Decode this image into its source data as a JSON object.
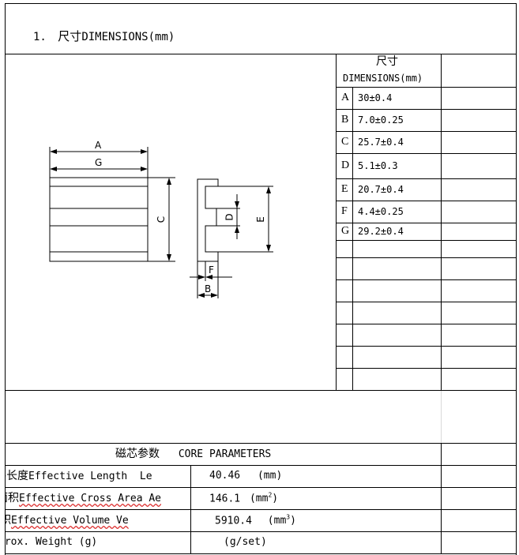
{
  "section": {
    "number": "1.",
    "title_cn": "尺寸",
    "title_en": "DIMENSIONS(mm)"
  },
  "drawing": {
    "labels": {
      "A": "A",
      "G": "G",
      "C": "C",
      "D": "D",
      "E": "E",
      "F": "F",
      "B": "B"
    }
  },
  "dimensions_table": {
    "header_cn": "尺寸",
    "header_en": "DIMENSIONS(mm)",
    "rows": [
      {
        "letter": "A",
        "value": "30±0.4"
      },
      {
        "letter": "B",
        "value": "7.0±0.25"
      },
      {
        "letter": "C",
        "value": "25.7±0.4"
      },
      {
        "letter": "D",
        "value": "5.1±0.3"
      },
      {
        "letter": "E",
        "value": "20.7±0.4"
      },
      {
        "letter": "F",
        "value": "4.4±0.25"
      },
      {
        "letter": "G",
        "value": "29.2±0.4"
      }
    ]
  },
  "core_parameters": {
    "title_cn": "磁芯参数",
    "title_en": "CORE PARAMETERS",
    "rows": [
      {
        "label_cn": "路长度",
        "label_en": "Effective Length  Le",
        "value": "40.46",
        "unit": "(mm)"
      },
      {
        "label_cn": "面积",
        "label_en": "Effective Cross Area Ae",
        "value": "146.1",
        "unit": "(mm",
        "unit_sup": "2",
        "unit_close": ")"
      },
      {
        "label_cn": "积",
        "label_en": "Effective Volume Ve",
        "value": "5910.4",
        "unit": "(mm",
        "unit_sup": "3",
        "unit_close": ")"
      },
      {
        "label_en": "prox. Weight (g)",
        "value": "",
        "unit": "(g/set)"
      }
    ]
  }
}
